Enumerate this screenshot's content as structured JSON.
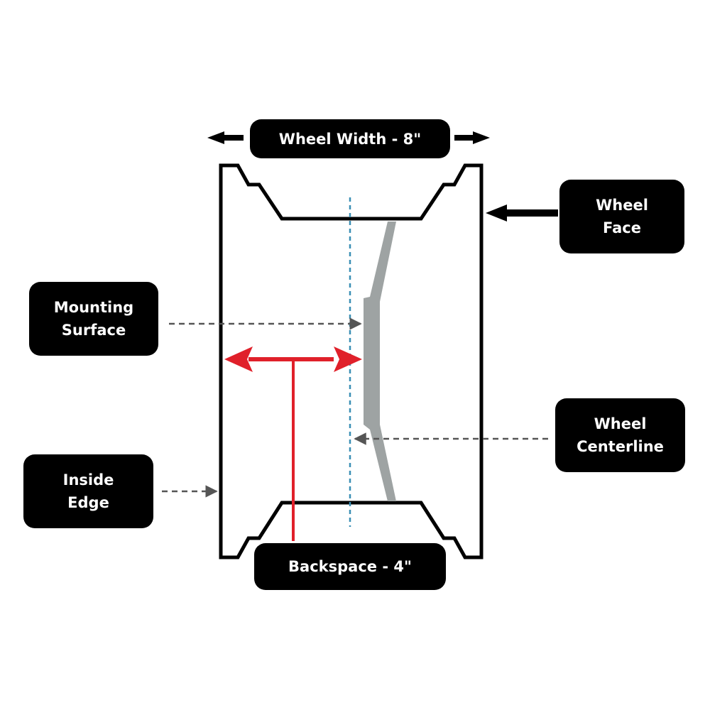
{
  "labels": {
    "wheel_width": "Wheel Width - 8\"",
    "wheel_face": [
      "Wheel",
      "Face"
    ],
    "mounting_surface": [
      "Mounting",
      "Surface"
    ],
    "wheel_centerline": [
      "Wheel",
      "Centerline"
    ],
    "inside_edge": [
      "Inside",
      "Edge"
    ],
    "backspace": "Backspace - 4\""
  },
  "colors": {
    "label_bg": "#000000",
    "label_text": "#ffffff",
    "rim_outline": "#000000",
    "spoke": "#9ea3a3",
    "centerline": "#3a8fb5",
    "dashed_arrow": "#555555",
    "backspace_arrow": "#e0202a"
  }
}
